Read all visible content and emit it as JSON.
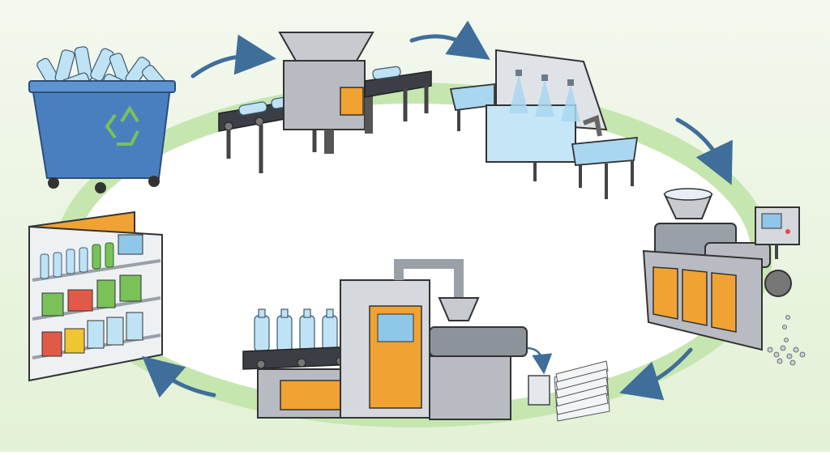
{
  "diagram": {
    "stages": [
      {
        "id": "collection",
        "icon": "recycling-bin-with-bottles-icon"
      },
      {
        "id": "shredding",
        "icon": "shredder-conveyor-icon"
      },
      {
        "id": "washing",
        "icon": "washing-tank-sprayer-icon"
      },
      {
        "id": "extrusion",
        "icon": "extruder-pellet-machine-icon"
      },
      {
        "id": "sheet-output",
        "icon": "plastic-sheet-stack-icon"
      },
      {
        "id": "manufacturing",
        "icon": "bottle-molding-machine-icon"
      },
      {
        "id": "retail",
        "icon": "store-shelf-products-icon"
      }
    ],
    "flow": [
      {
        "from": "collection",
        "to": "shredding"
      },
      {
        "from": "shredding",
        "to": "washing"
      },
      {
        "from": "washing",
        "to": "extrusion"
      },
      {
        "from": "extrusion",
        "to": "manufacturing"
      },
      {
        "from": "manufacturing",
        "to": "retail"
      }
    ],
    "colors": {
      "loop_ring": "#c6e6b0",
      "arrow": "#3f6e9a",
      "machine_orange": "#f0a233",
      "machine_gray": "#b8bcc2",
      "bin_blue": "#4a7fbf",
      "water": "#a9d7f0",
      "recycle_green": "#7ac15a"
    }
  }
}
